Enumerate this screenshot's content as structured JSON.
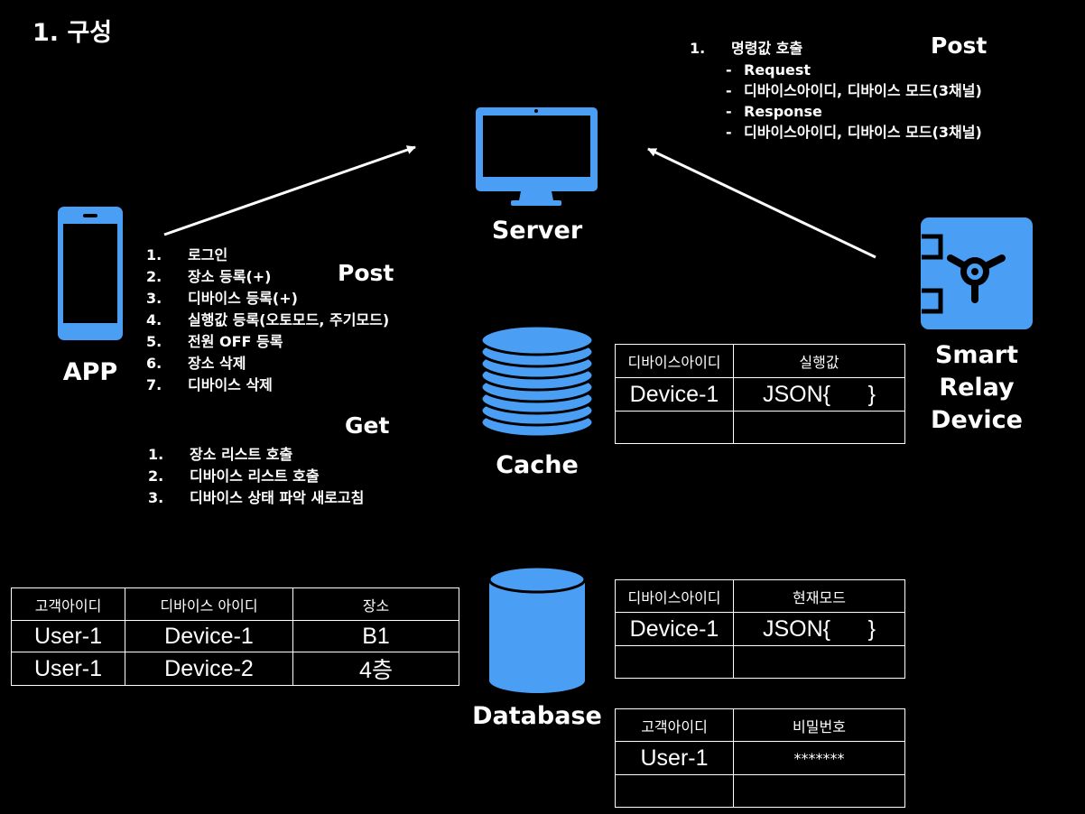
{
  "title": "1. 구성",
  "nodes": {
    "app": "APP",
    "server": "Server",
    "cache": "Cache",
    "database": "Database",
    "device_line1": "Smart",
    "device_line2": "Relay",
    "device_line3": "Device"
  },
  "device_post": {
    "heading": "Post",
    "item_number": "1.",
    "item_label": "명령값 호출",
    "sub_items": [
      "Request",
      "디바이스아이디, 디바이스 모드(3채널)",
      "Response",
      "디바이스아이디, 디바이스 모드(3채널)"
    ]
  },
  "app_post": {
    "heading": "Post",
    "items": [
      {
        "num": "1.",
        "label": "로그인"
      },
      {
        "num": "2.",
        "label": "장소 등록(+)"
      },
      {
        "num": "3.",
        "label": "디바이스 등록(+)"
      },
      {
        "num": "4.",
        "label": "실행값 등록(오토모드, 주기모드)"
      },
      {
        "num": "5.",
        "label": "전원 OFF 등록"
      },
      {
        "num": "6.",
        "label": "장소 삭제"
      },
      {
        "num": "7.",
        "label": "디바이스 삭제"
      }
    ]
  },
  "app_get": {
    "heading": "Get",
    "items": [
      {
        "num": "1.",
        "label": "장소 리스트 호출"
      },
      {
        "num": "2.",
        "label": "디바이스 리스트 호출"
      },
      {
        "num": "3.",
        "label": "디바이스 상태 파악 새로고침"
      }
    ]
  },
  "cache_table": {
    "headers": [
      "디바이스아이디",
      "실행값"
    ],
    "rows": [
      [
        "Device-1",
        "JSON{      }"
      ],
      [
        "",
        ""
      ]
    ]
  },
  "location_table": {
    "headers": [
      "고객아이디",
      "디바이스 아이디",
      "장소"
    ],
    "rows": [
      [
        "User-1",
        "Device-1",
        "B1"
      ],
      [
        "User-1",
        "Device-2",
        "4층"
      ]
    ]
  },
  "mode_table": {
    "headers": [
      "디바이스아이디",
      "현재모드"
    ],
    "rows": [
      [
        "Device-1",
        "JSON{      }"
      ],
      [
        "",
        ""
      ]
    ]
  },
  "user_table": {
    "headers": [
      "고객아이디",
      "비밀번호"
    ],
    "rows": [
      [
        "User-1",
        "*******"
      ],
      [
        "",
        ""
      ]
    ]
  },
  "colors": {
    "icon_blue": "#4a9ff5",
    "background": "#000000",
    "text": "#ffffff"
  }
}
